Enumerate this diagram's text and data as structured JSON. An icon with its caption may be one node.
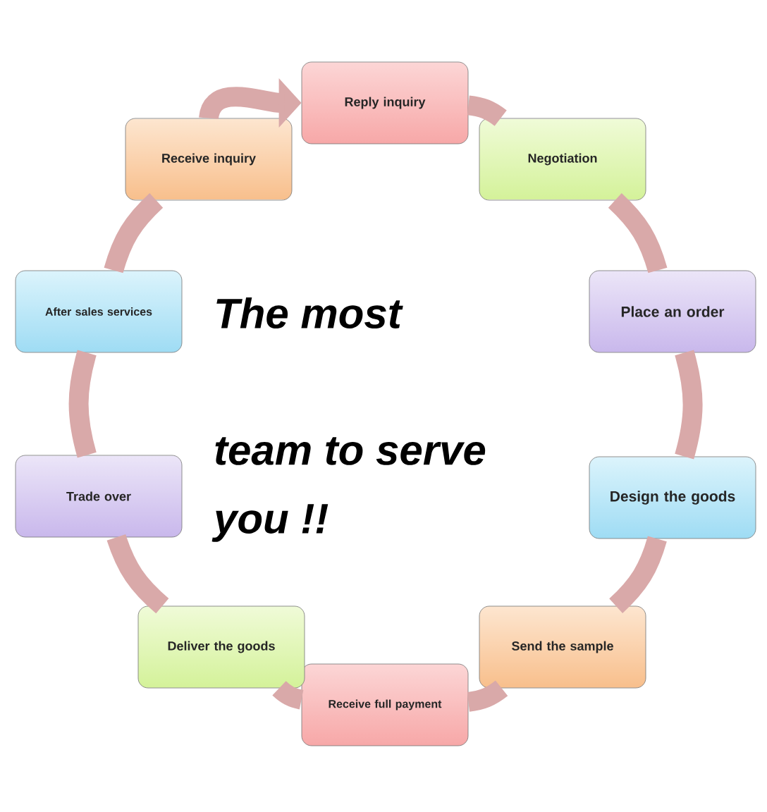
{
  "diagram": {
    "nodes": [
      {
        "text": [
          "Reply inquiry"
        ]
      },
      {
        "text": [
          "Negotiation"
        ]
      },
      {
        "text": [
          "Place an order"
        ]
      },
      {
        "text": [
          "Design the goods"
        ]
      },
      {
        "text": [
          "Send the sample"
        ]
      },
      {
        "text": [
          "Receive full payment"
        ]
      },
      {
        "text": [
          "Deliver the goods"
        ]
      },
      {
        "text": [
          "Trade over"
        ]
      },
      {
        "text": [
          "After sales services"
        ]
      },
      {
        "text": [
          "Receive inquiry"
        ]
      }
    ],
    "edges": [
      {
        "from": 0,
        "to": 1,
        "arrow": "none"
      },
      {
        "from": 1,
        "to": 2,
        "arrow": "none"
      },
      {
        "from": 2,
        "to": 3,
        "arrow": "none"
      },
      {
        "from": 3,
        "to": 4,
        "arrow": "none"
      },
      {
        "from": 4,
        "to": 5,
        "arrow": "none"
      },
      {
        "from": 5,
        "to": 6,
        "arrow": "none"
      },
      {
        "from": 6,
        "to": 7,
        "arrow": "none"
      },
      {
        "from": 7,
        "to": 8,
        "arrow": "none"
      },
      {
        "from": 8,
        "to": 9,
        "arrow": "none"
      },
      {
        "from": 9,
        "to": 0,
        "arrow": "to"
      }
    ],
    "labels": [
      "The most",
      "team to serve",
      "you !!"
    ]
  }
}
